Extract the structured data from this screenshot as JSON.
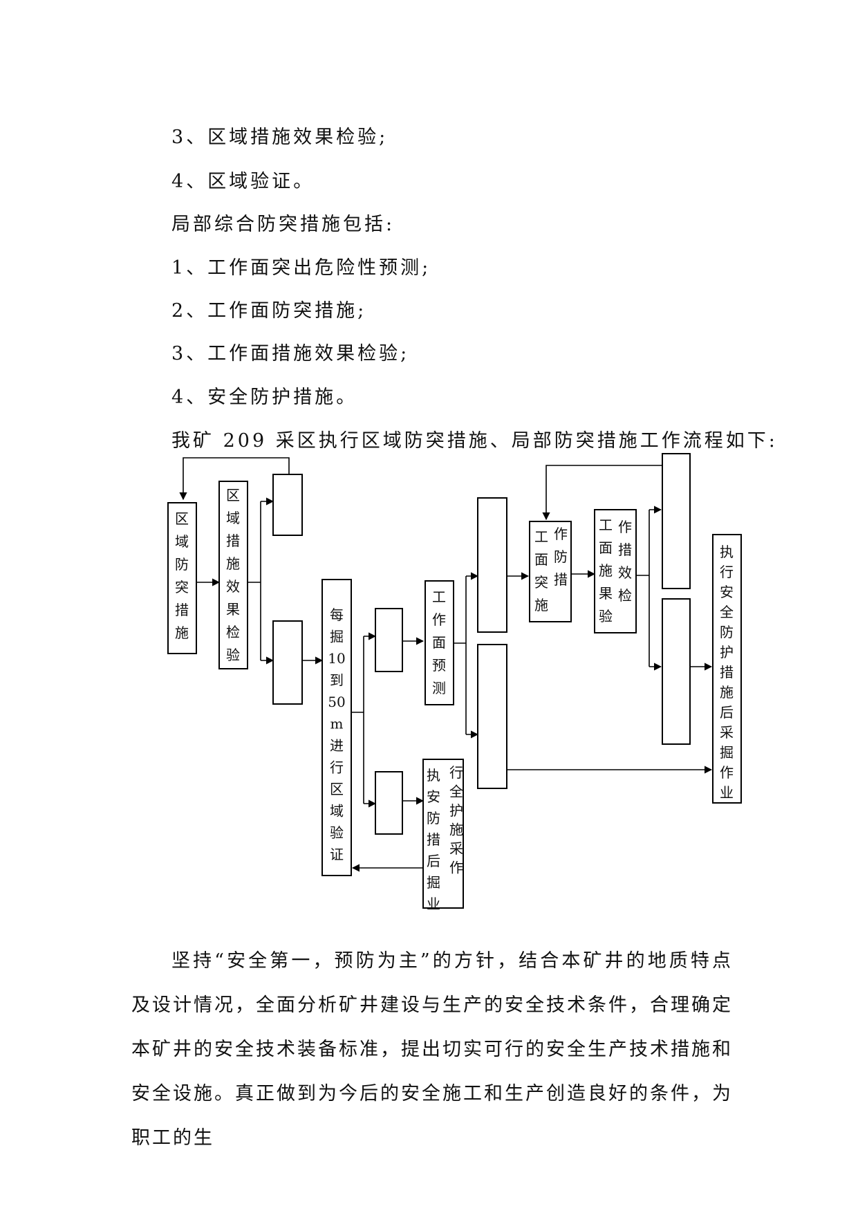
{
  "lines": [
    "3、区域措施效果检验;",
    "4、区域验证。",
    "局部综合防突措施包括:",
    "1、工作面突出危险性预测;",
    "2、工作面防突措施;",
    "3、工作面措施效果检验;",
    "4、安全防护措施。",
    "我矿 209 采区执行区域防突措施、局部防突措施工作流程如下:"
  ],
  "flowchart": {
    "boxes": {
      "b1": "区域防突措施",
      "b2": "区域措施效果检验",
      "b5": "每掘10到50m进行区域验证",
      "b8": "工作面预测",
      "b9a": "执安防措后掘业",
      "b9b": "行全护施采作",
      "b12a": "工面突施",
      "b12b": "作防措",
      "b13a": "工面施果验",
      "b13b": "作措效检",
      "b16": "执行安全防护措施后采掘作业"
    }
  },
  "paragraph": "坚持“安全第一，预防为主”的方针，结合本矿井的地质特点及设计情况，全面分析矿井建设与生产的安全技术条件，合理确定本矿井的安全技术装备标准，提出切实可行的安全生产技术措施和安全设施。真正做到为今后的安全施工和生产创造良好的条件，为职工的生"
}
